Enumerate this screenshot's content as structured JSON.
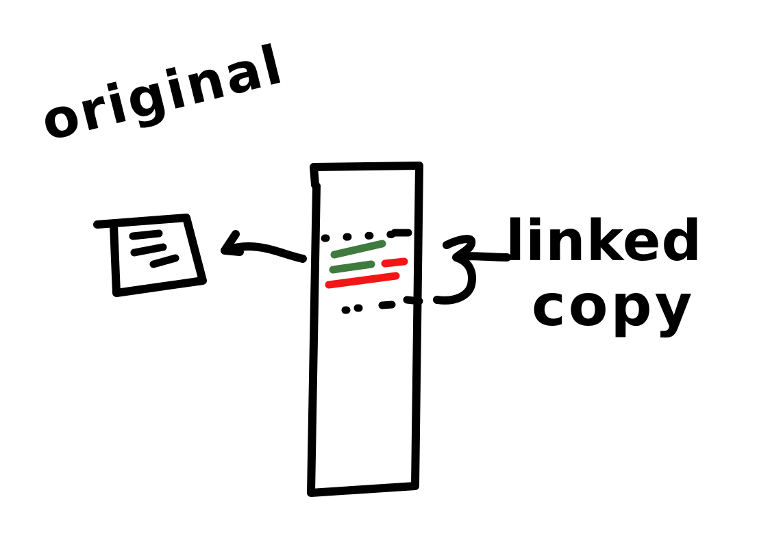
{
  "labels": {
    "original": "original",
    "linked": "linked",
    "copy": "copy"
  },
  "colors": {
    "ink": "#000000",
    "green_lines": "#3f7a3f",
    "red_lines": "#f21616",
    "background": "#ffffff"
  }
}
